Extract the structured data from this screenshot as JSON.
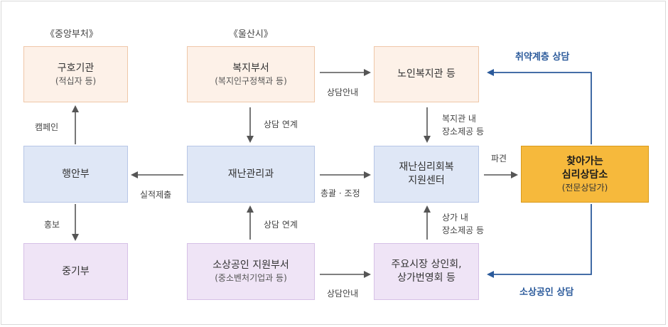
{
  "headers": {
    "central": "《중앙부처》",
    "ulsan": "《울산시》"
  },
  "boxes": {
    "relief_org": {
      "title": "구호기관",
      "sub": "(적십자 등)"
    },
    "welfare_dept": {
      "title": "복지부서",
      "sub": "(복지인구정책과 등)"
    },
    "senior_center": {
      "title": "노인복지관 등"
    },
    "mois": {
      "title": "행안부"
    },
    "disaster_mgmt": {
      "title": "재난관리과"
    },
    "psych_center": {
      "line1": "재난심리회복",
      "line2": "지원센터"
    },
    "visiting_counsel": {
      "line1": "찾아가는",
      "line2": "심리상담소",
      "sub": "(전문상담가)"
    },
    "mss": {
      "title": "중기부"
    },
    "small_biz_dept": {
      "title": "소상공인 지원부서",
      "sub": "(중소벤처기업과 등)"
    },
    "market_assoc": {
      "line1": "주요시장 상인회,",
      "line2": "상가번영회 등"
    }
  },
  "labels": {
    "campaign": "캠페인",
    "pr": "홍보",
    "counsel_guide_top": "상담안내",
    "counsel_link_top": "상담 연계",
    "performance": "실적제출",
    "coordination": "총괄 · 조정",
    "counsel_link_bottom": "상담 연계",
    "counsel_guide_bottom": "상담안내",
    "welfare_space_1": "복지관 내",
    "welfare_space_2": "장소제공 등",
    "market_space_1": "상가 내",
    "market_space_2": "장소제공 등",
    "dispatch": "파견",
    "vulnerable_counsel": "취약계층 상담",
    "small_biz_counsel": "소상공인 상담"
  },
  "colors": {
    "peach": "#fdf1e8",
    "blue": "#dfe7f6",
    "purple": "#efe4f6",
    "gold": "#f6b93c",
    "arrow_gray": "#555555",
    "arrow_blue": "#2b5a9b"
  }
}
